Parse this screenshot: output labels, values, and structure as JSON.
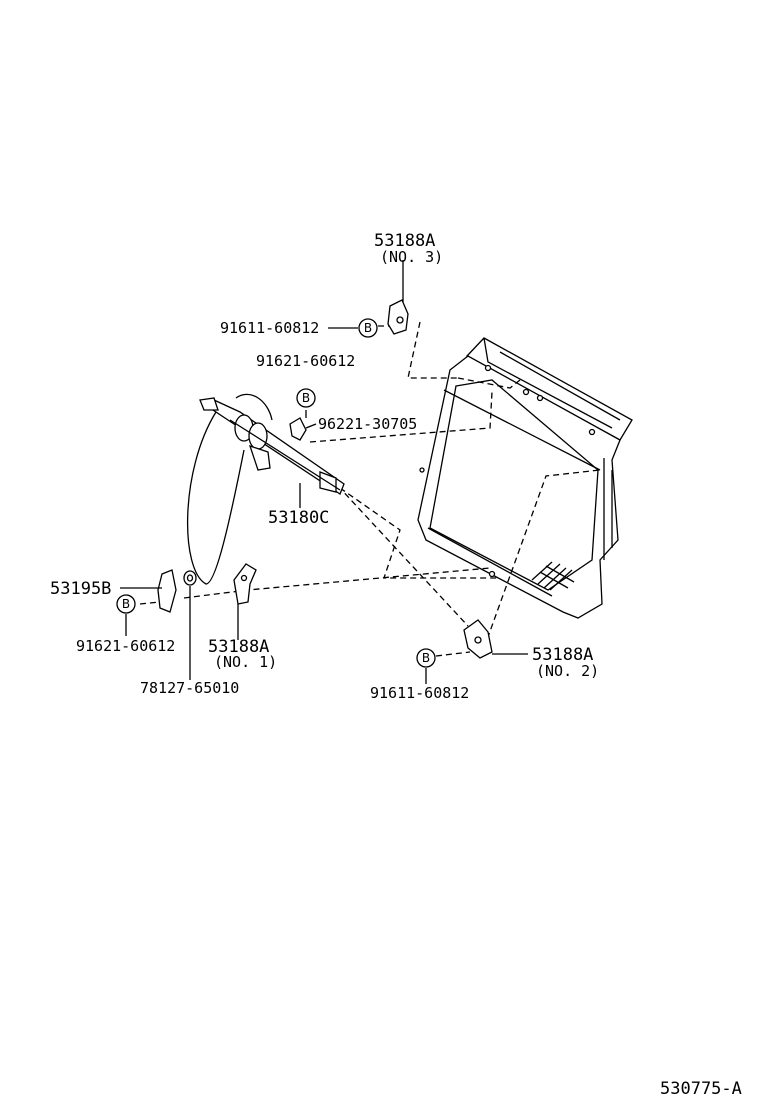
{
  "callouts": {
    "top_part": "53188A",
    "top_part_sub": "(NO. 3)",
    "bolt_top": "91611-60812",
    "screw_top": "91621-60612",
    "clip": "96221-30705",
    "rod": "53180C",
    "bracket_left": "53195B",
    "screw_left": "91621-60612",
    "bracket_no1": "53188A",
    "bracket_no1_sub": "(NO. 1)",
    "grommet": "78127-65010",
    "bracket_no2": "53188A",
    "bracket_no2_sub": "(NO. 2)",
    "bolt_bottom": "91611-60812"
  },
  "marker_letter": "B",
  "figure_code": "530775-A"
}
